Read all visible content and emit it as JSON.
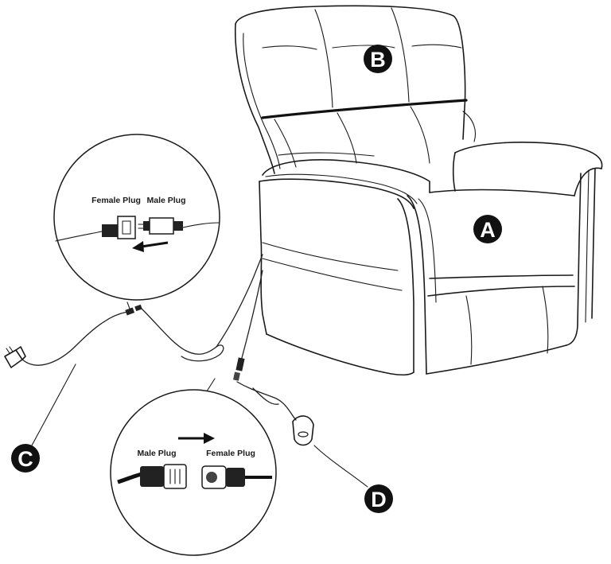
{
  "callouts": {
    "a": "A",
    "b": "B",
    "c": "C",
    "d": "D"
  },
  "detail_top": {
    "female_label": "Female Plug",
    "male_label": "Male Plug",
    "arrow_direction": "left"
  },
  "detail_bottom": {
    "male_label": "Male Plug",
    "female_label": "Female Plug",
    "arrow_direction": "right"
  },
  "colors": {
    "line": "#1a1a1a",
    "badge": "#111111",
    "background": "#ffffff"
  }
}
